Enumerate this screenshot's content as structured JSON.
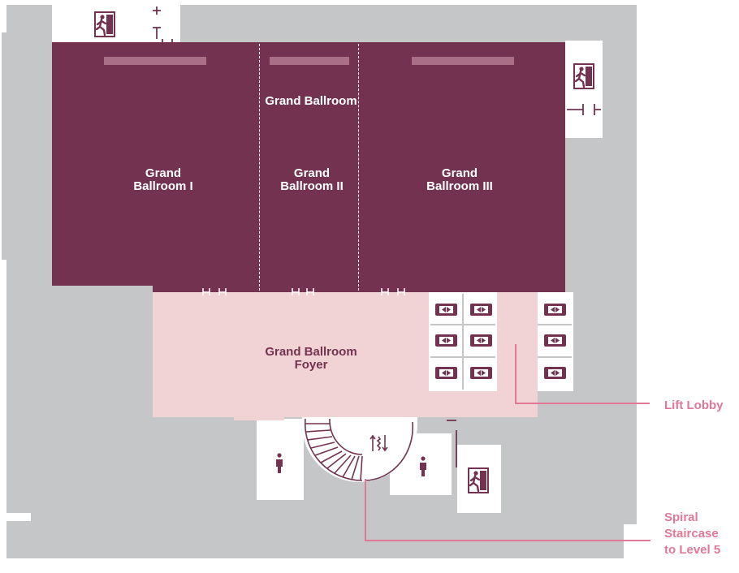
{
  "map": {
    "rooms": {
      "grand_ballroom": "Grand Ballroom",
      "ballroom_1": [
        "Grand",
        "Ballroom I"
      ],
      "ballroom_2": [
        "Grand",
        "Ballroom II"
      ],
      "ballroom_3": [
        "Grand",
        "Ballroom III"
      ],
      "foyer": [
        "Grand Ballroom",
        "Foyer"
      ]
    },
    "callouts": {
      "lift_lobby": "Lift Lobby",
      "spiral_staircase": [
        "Spiral",
        "Staircase",
        "to Level 5"
      ]
    },
    "icons": {
      "exit": "emergency-exit-icon",
      "lift": "lift-icon",
      "toilet": "restroom-icon",
      "stairs": "stairs-icon"
    },
    "colors": {
      "ballroom": "#733350",
      "foyer": "#f2d3d5",
      "building": "#c5c6c8",
      "callout": "#e07896",
      "stage": "#a96f86"
    }
  }
}
